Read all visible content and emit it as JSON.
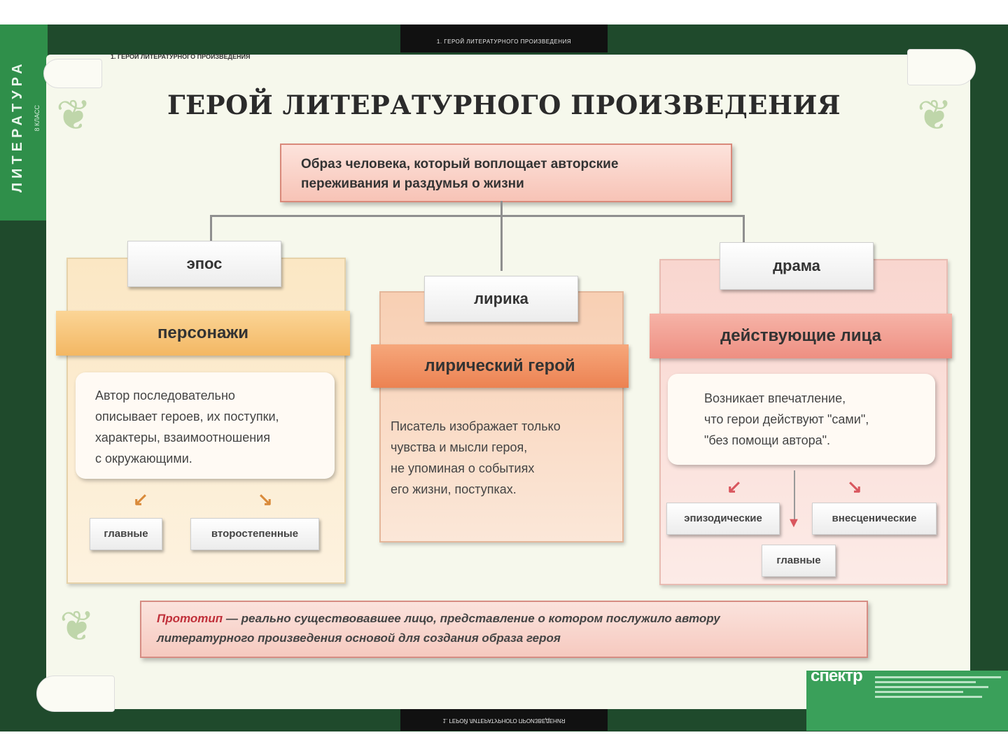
{
  "side_label": "ЛИТЕРАТУРА",
  "side_sub": "8 КЛАСС",
  "header_small": "1. ГЕРОЙ ЛИТЕРАТУРНОГО ПРОИЗВЕДЕНИЯ",
  "top_tab": "1. ГЕРОЙ ЛИТЕРАТУРНОГО ПРОИЗВЕДЕНИЯ",
  "bottom_tab": "1. ГЕРОЙ ЛИТЕРАТУРНОГО ПРОИЗВЕДЕНИЯ",
  "title": "ГЕРОЙ ЛИТЕРАТУРНОГО ПРОИЗВЕДЕНИЯ",
  "definition": {
    "line1": "Образ человека, который воплощает авторские",
    "line2": "переживания и раздумья о жизни"
  },
  "epos": {
    "label": "эпос",
    "band": "персонажи",
    "desc": [
      "Автор последовательно",
      "описывает героев, их поступки,",
      "характеры, взаимоотношения",
      "с окружающими."
    ],
    "types": [
      "главные",
      "второстепенные"
    ]
  },
  "lirika": {
    "label": "лирика",
    "band": "лирический герой",
    "desc": [
      "Писатель изображает только",
      "чувства и мысли героя,",
      "не упоминая о событиях",
      "его жизни, поступках."
    ]
  },
  "drama": {
    "label": "драма",
    "band": "действующие лица",
    "desc": [
      "Возникает впечатление,",
      "что герои действуют \"сами\",",
      "\"без помощи автора\"."
    ],
    "types": [
      "эпизодические",
      "внесценические",
      "главные"
    ]
  },
  "prototype": {
    "term": "Прототип",
    "line1_rest": " — реально существовавшее лицо, представление о котором послужило автору",
    "line2": "литературного произведения основой для создания образа героя"
  },
  "logo": "спектр",
  "colors": {
    "frame": "#1f4a2c",
    "side_band": "#2f8f4a",
    "epos": "#f3b763",
    "lirika": "#ec8252",
    "drama": "#ee8f82",
    "prototype_term": "#c0303a"
  }
}
